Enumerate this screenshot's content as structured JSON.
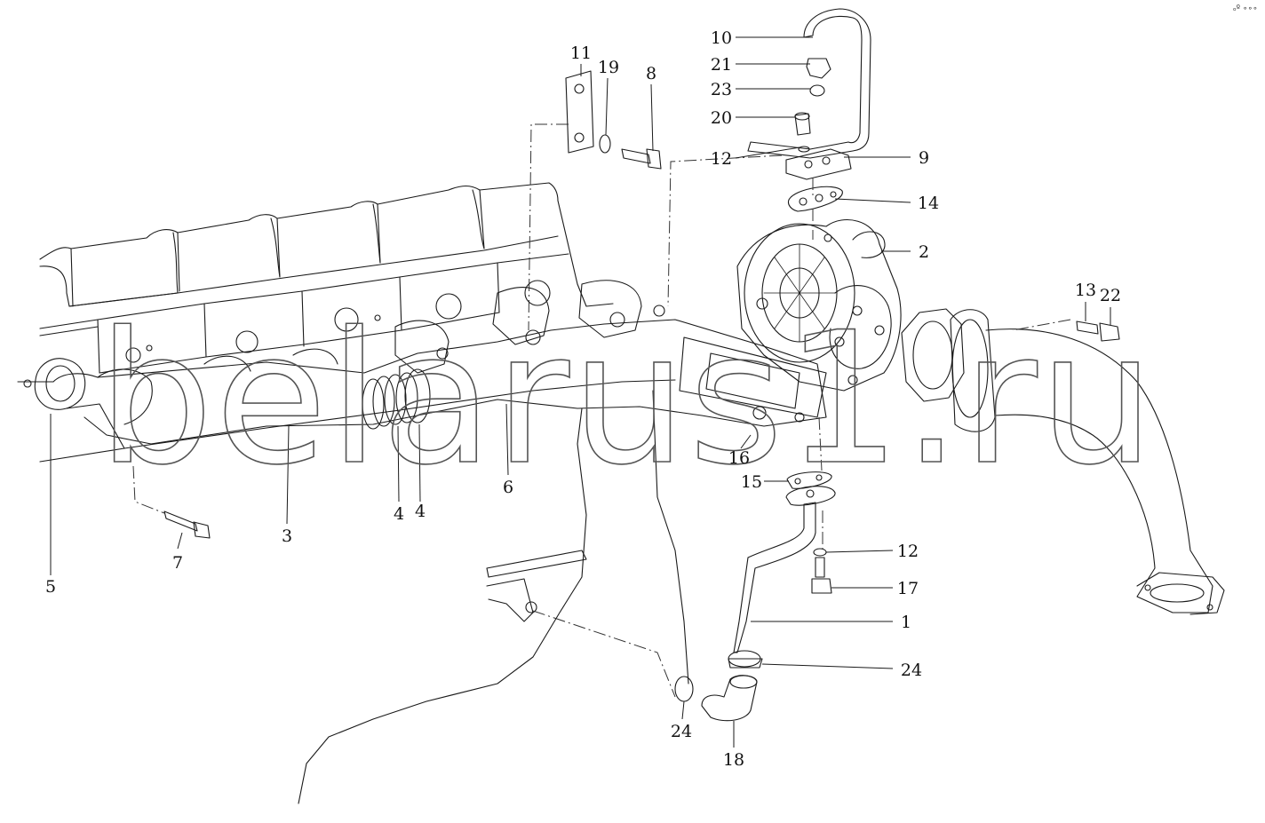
{
  "diagram": {
    "watermark": "belarus1.ru",
    "corner_mark": "ₒº ∘∘∘",
    "part_labels": [
      {
        "id": "10",
        "part": "oil-supply-tube"
      },
      {
        "id": "21",
        "part": "union-nut"
      },
      {
        "id": "23",
        "part": "sealing-ring"
      },
      {
        "id": "20",
        "part": "hollow-bolt"
      },
      {
        "id": "12",
        "part": "washer"
      },
      {
        "id": "9",
        "part": "oil-flange"
      },
      {
        "id": "14",
        "part": "flange-gasket"
      },
      {
        "id": "2",
        "part": "turbocharger"
      },
      {
        "id": "11",
        "part": "bracket"
      },
      {
        "id": "19",
        "part": "washer"
      },
      {
        "id": "8",
        "part": "bolt"
      },
      {
        "id": "13",
        "part": "stud"
      },
      {
        "id": "22",
        "part": "nut"
      },
      {
        "id": "16",
        "part": "manifold-gasket"
      },
      {
        "id": "15",
        "part": "drain-gasket"
      },
      {
        "id": "12",
        "part": "washer"
      },
      {
        "id": "17",
        "part": "bolt"
      },
      {
        "id": "1",
        "part": "oil-drain-tube"
      },
      {
        "id": "24",
        "part": "hose-clamp"
      },
      {
        "id": "24",
        "part": "hose-clamp"
      },
      {
        "id": "18",
        "part": "drain-hose"
      },
      {
        "id": "3",
        "part": "exhaust-manifold"
      },
      {
        "id": "4",
        "part": "sealing-ring"
      },
      {
        "id": "4",
        "part": "sealing-ring"
      },
      {
        "id": "6",
        "part": "exhaust-manifold"
      },
      {
        "id": "7",
        "part": "bolt"
      },
      {
        "id": "5",
        "part": "gasket"
      }
    ]
  }
}
